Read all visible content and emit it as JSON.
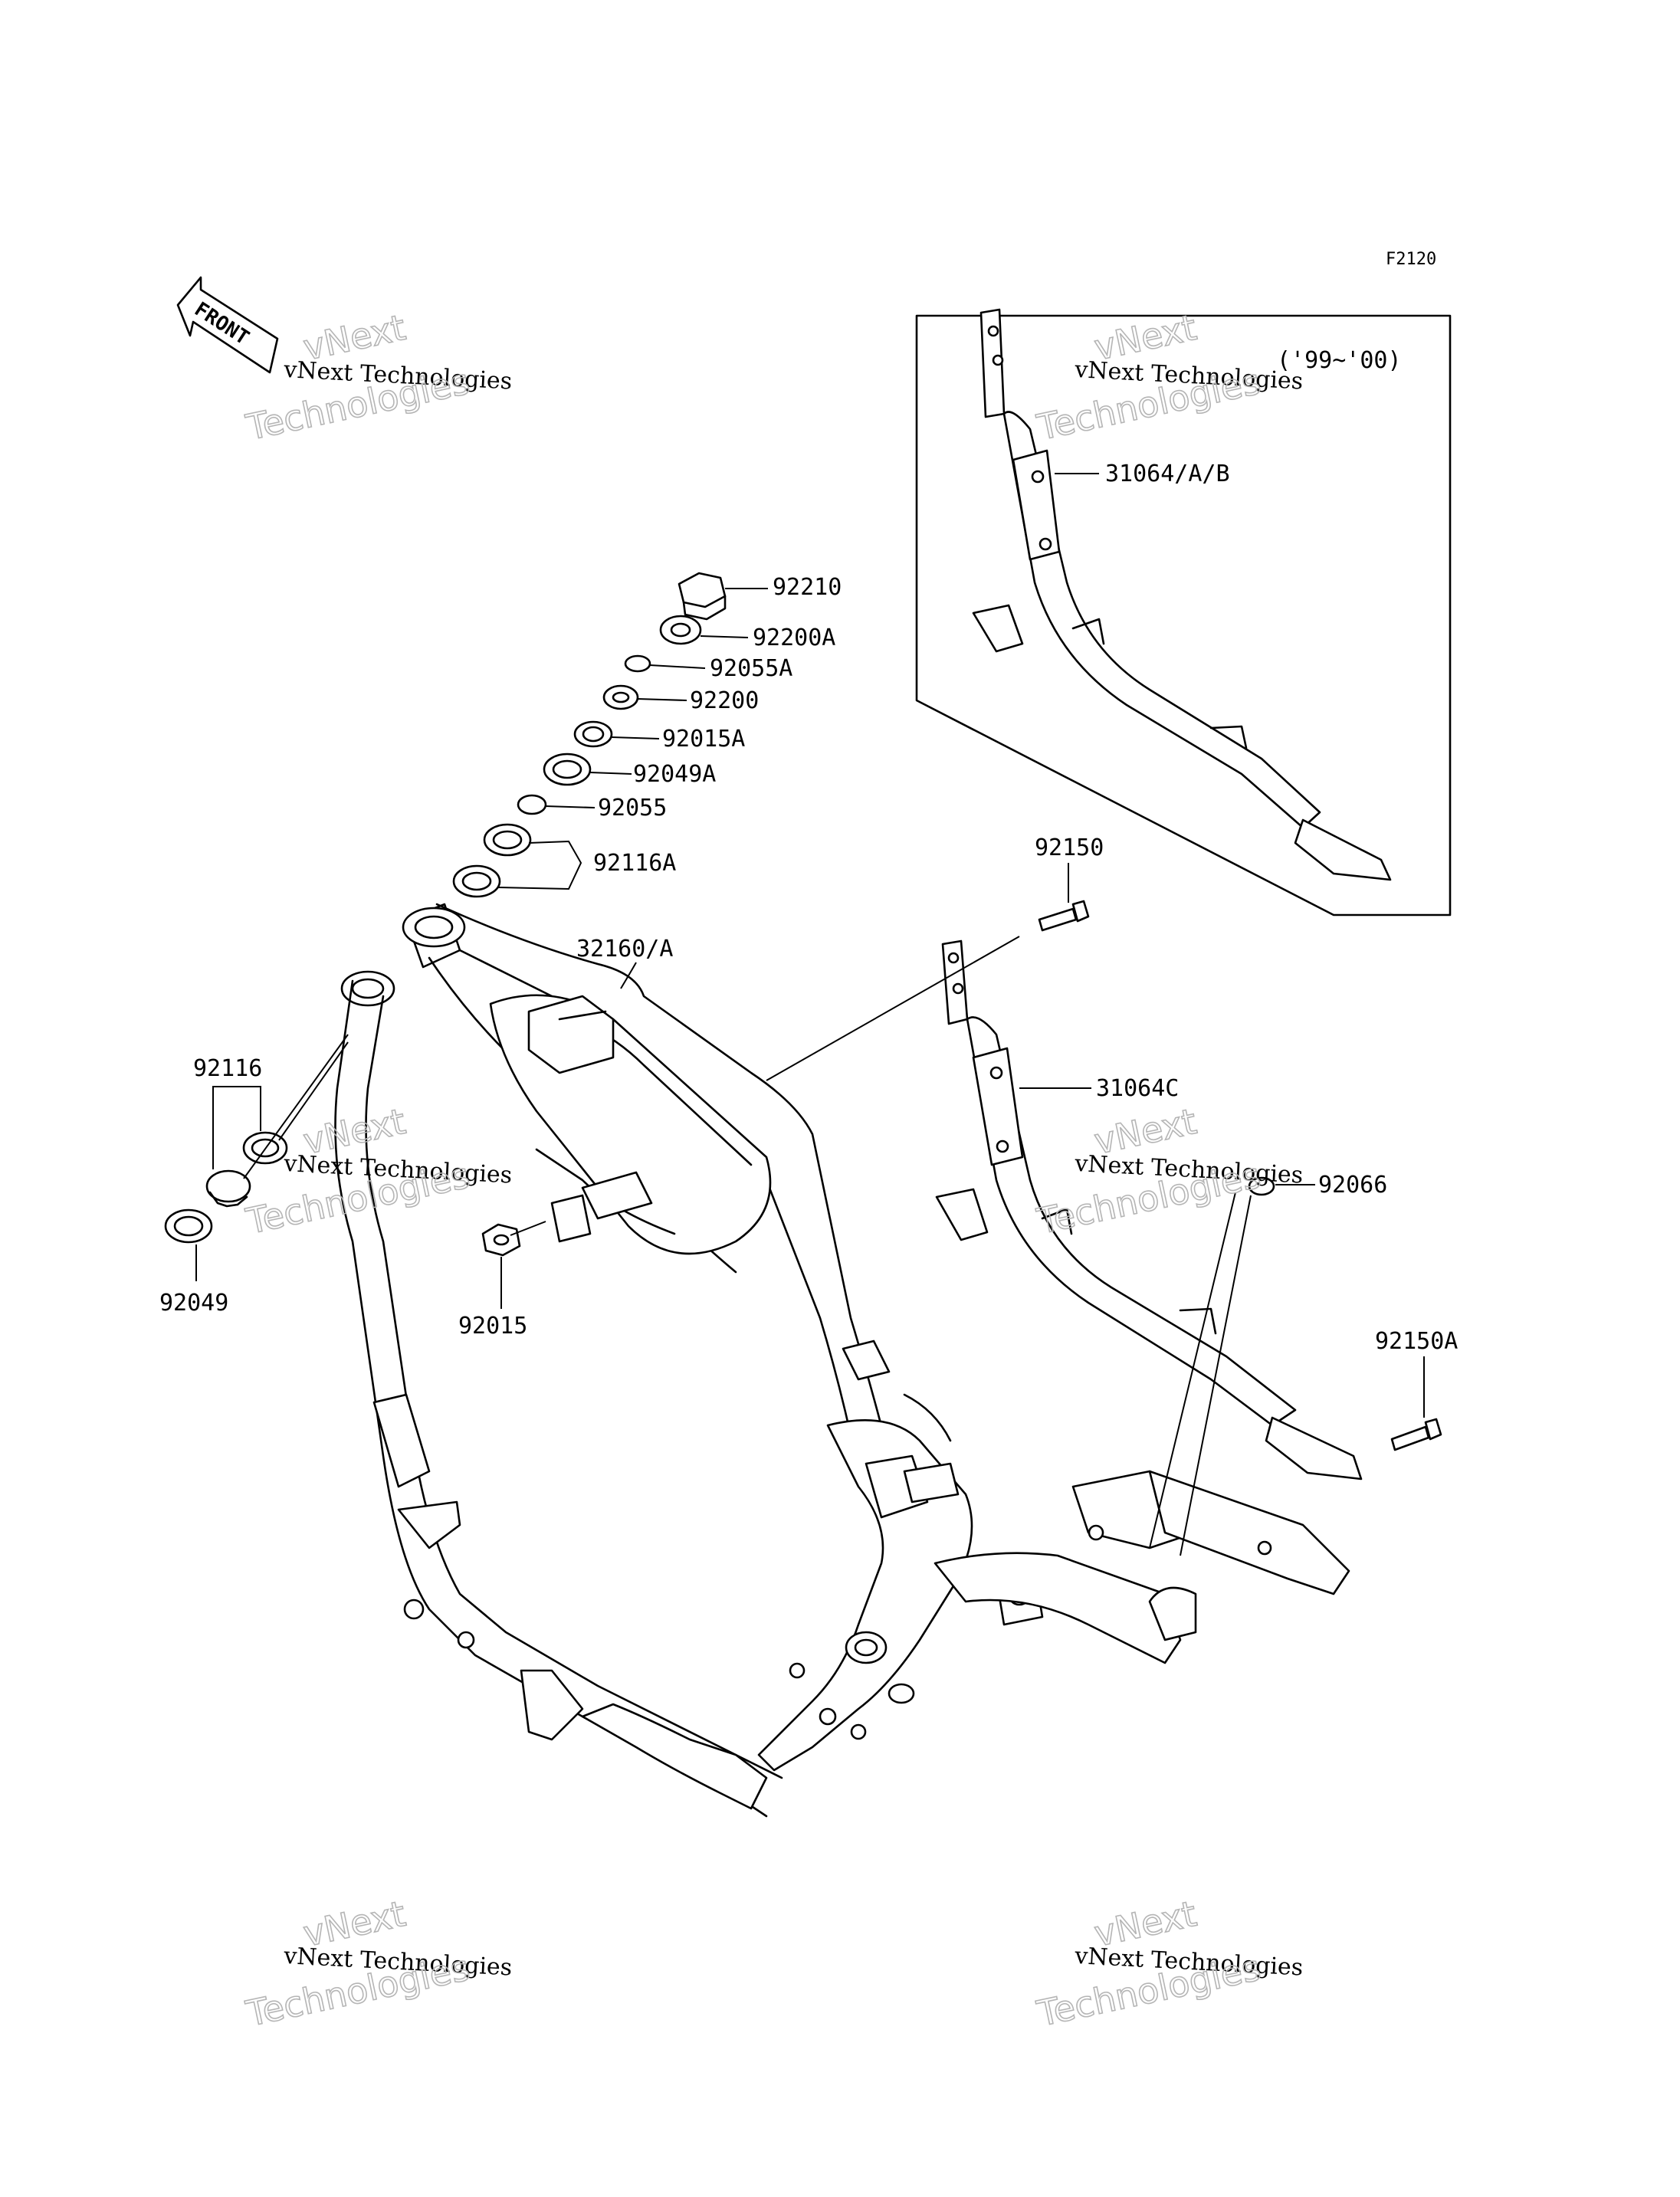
{
  "sheet_code": "F2120",
  "front_label": "FRONT",
  "inset_note": "('99~'00)",
  "watermark": {
    "line1": "vNext Technologies",
    "line2": "vNext",
    "line3": "Technologies"
  },
  "callouts": {
    "p92210": "92210",
    "p92200A": "92200A",
    "p92055A": "92055A",
    "p92200": "92200",
    "p92015A": "92015A",
    "p92049A": "92049A",
    "p92055": "92055",
    "p92116A": "92116A",
    "p32160A": "32160/A",
    "p92116": "92116",
    "p92049": "92049",
    "p92015": "92015",
    "p92150": "92150",
    "p31064C": "31064C",
    "p92066": "92066",
    "p92150A": "92150A",
    "p31064AB": "31064/A/B"
  }
}
